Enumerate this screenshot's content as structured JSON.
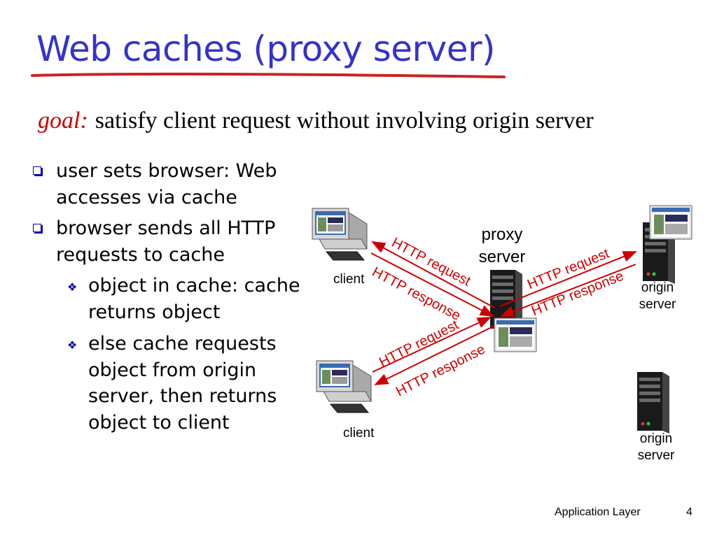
{
  "title": "Web caches (proxy server)",
  "goal": {
    "label": "goal:",
    "text": "satisfy client request without involving origin server"
  },
  "bullets": [
    {
      "text": "user sets browser: Web accesses via  cache",
      "sub": []
    },
    {
      "text": "browser sends all HTTP requests to cache",
      "sub": [
        "object in cache: cache returns object",
        "else cache requests object from origin server, then returns object to client"
      ]
    }
  ],
  "diagram": {
    "client_top_label": "client",
    "client_bottom_label": "client",
    "proxy_label_1": "proxy",
    "proxy_label_2": "server",
    "origin_top_label_1": "origin",
    "origin_top_label_2": "server",
    "origin_bottom_label_1": "origin",
    "origin_bottom_label_2": "server",
    "http_request": "HTTP request",
    "http_response": "HTTP response",
    "colors": {
      "arrow": "#cc0000",
      "title": "#3333cc",
      "server": "#1a1a1a"
    }
  },
  "footer": {
    "section": "Application Layer",
    "page": "4"
  }
}
